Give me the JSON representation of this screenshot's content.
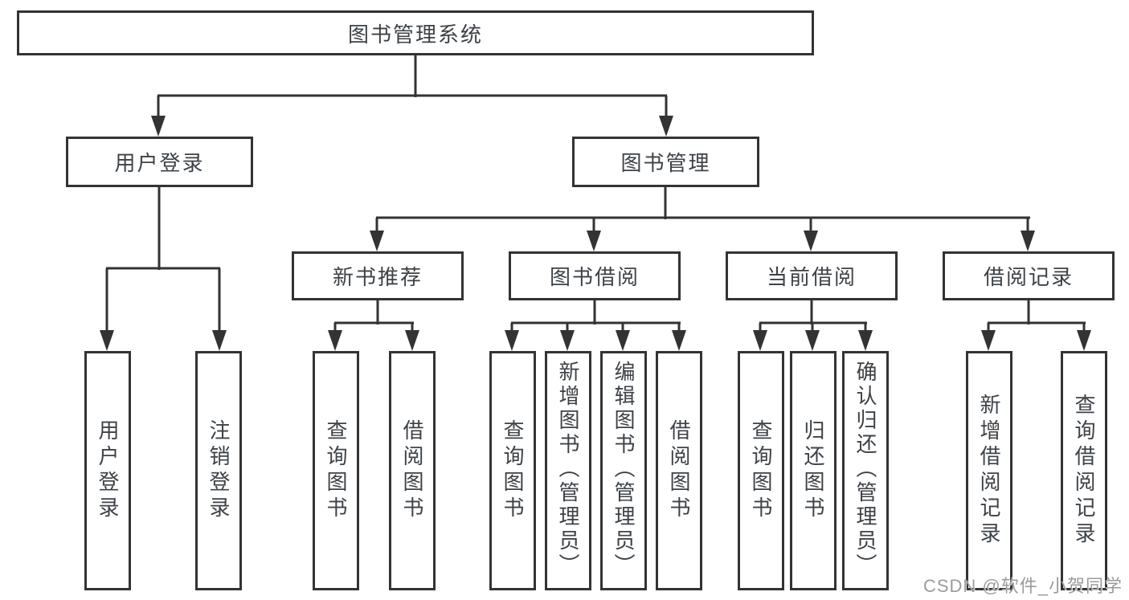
{
  "diagram": {
    "title": "图书管理系统",
    "nodes": {
      "root": {
        "label": "图书管理系统"
      },
      "user_login": {
        "label": "用户登录"
      },
      "book_mgmt": {
        "label": "图书管理"
      },
      "new_book": {
        "label": "新书推荐"
      },
      "book_borrow": {
        "label": "图书借阅"
      },
      "current_borrow": {
        "label": "当前借阅"
      },
      "borrow_record": {
        "label": "借阅记录"
      },
      "leaf_user_login": {
        "label": "用户登录"
      },
      "leaf_logout": {
        "label": "注销登录"
      },
      "leaf_nb_query": {
        "label": "查询图书"
      },
      "leaf_nb_borrow": {
        "label": "借阅图书"
      },
      "leaf_bb_query": {
        "label": "查询图书"
      },
      "leaf_bb_add": {
        "label": "新增图书（管理员）"
      },
      "leaf_bb_edit": {
        "label": "编辑图书（管理员）"
      },
      "leaf_bb_borrow": {
        "label": "借阅图书"
      },
      "leaf_cb_query": {
        "label": "查询图书"
      },
      "leaf_cb_return": {
        "label": "归还图书"
      },
      "leaf_cb_confirm": {
        "label": "确认归还（管理员）"
      },
      "leaf_br_add": {
        "label": "新增借阅记录"
      },
      "leaf_br_query": {
        "label": "查询借阅记录"
      }
    },
    "hierarchy": [
      {
        "parent": "图书管理系统",
        "children": [
          "用户登录",
          "图书管理"
        ]
      },
      {
        "parent": "用户登录",
        "children": [
          "用户登录",
          "注销登录"
        ]
      },
      {
        "parent": "图书管理",
        "children": [
          "新书推荐",
          "图书借阅",
          "当前借阅",
          "借阅记录"
        ]
      },
      {
        "parent": "新书推荐",
        "children": [
          "查询图书",
          "借阅图书"
        ]
      },
      {
        "parent": "图书借阅",
        "children": [
          "查询图书",
          "新增图书（管理员）",
          "编辑图书（管理员）",
          "借阅图书"
        ]
      },
      {
        "parent": "当前借阅",
        "children": [
          "查询图书",
          "归还图书",
          "确认归还（管理员）"
        ]
      },
      {
        "parent": "借阅记录",
        "children": [
          "新增借阅记录",
          "查询借阅记录"
        ]
      }
    ],
    "colors": {
      "line": "#333333",
      "text": "#3d4247",
      "background": "#ffffff",
      "watermark_text": "#9b9b9b"
    }
  },
  "watermark": {
    "text": "CSDN @软件_小贺同学"
  }
}
